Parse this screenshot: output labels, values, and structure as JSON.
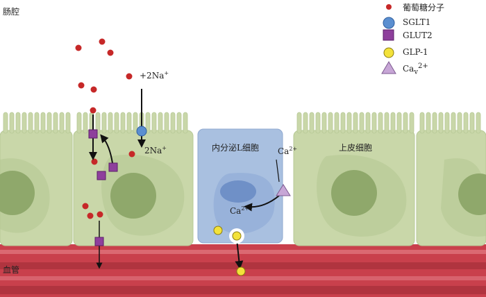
{
  "labels": {
    "lumen": "肠腔",
    "blood": "血管",
    "l_cell": "内分泌L细胞",
    "epithelial": "上皮细胞",
    "na_top": "+2Na",
    "na_top_sup": "+",
    "na_bottom": "2Na",
    "na_bottom_sup": "+",
    "ca_right": "Ca",
    "ca_right_sup": "2+",
    "ca_left": "Ca",
    "ca_left_sup": "2+"
  },
  "legend": {
    "glucose": "葡萄糖分子",
    "sglt1": "SGLT1",
    "glut2": "GLUT2",
    "glp1": "GLP-1",
    "cav": "Ca",
    "cav_sub": "v",
    "cav_sup": "2+"
  },
  "colors": {
    "cell_fill": "#c9d7a9",
    "cell_stroke": "#b6c895",
    "nucleus": "#8fa86b",
    "l_cell": "#a9c0e0",
    "l_cell_nucleus": "#6f90c7",
    "blood": "#c9404c",
    "glucose": "#c62828",
    "sglt1": "#5b8fd0",
    "glut2": "#8e3f9c",
    "glp1": "#f3e23a",
    "cav": "#c7a6d6"
  }
}
